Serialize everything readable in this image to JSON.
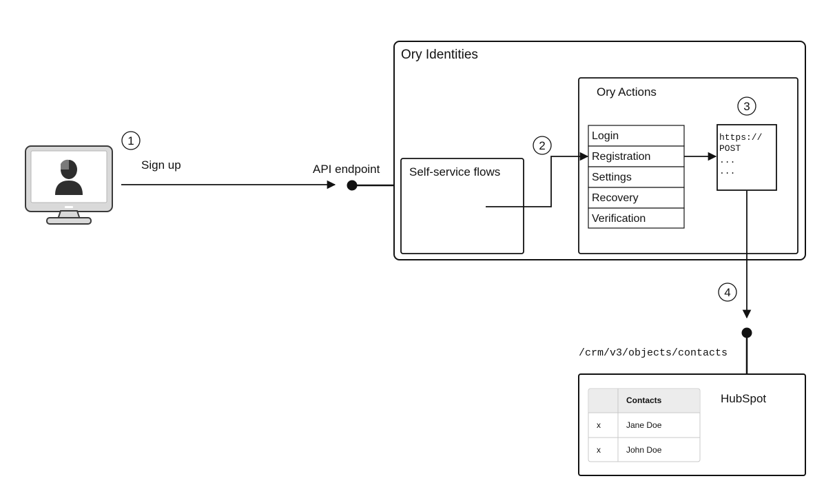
{
  "steps": {
    "step1": "1",
    "step2": "2",
    "step3": "3",
    "step4": "4"
  },
  "labels": {
    "sign_up": "Sign up",
    "api_endpoint": "API endpoint",
    "ory_identities": "Ory Identities",
    "self_service_flows": "Self-service flows",
    "ory_actions": "Ory Actions",
    "hubspot": "HubSpot",
    "hubspot_path": "/crm/v3/objects/contacts"
  },
  "flows": [
    "Login",
    "Registration",
    "Settings",
    "Recovery",
    "Verification"
  ],
  "webhook": {
    "line1": "https://",
    "line2": "POST",
    "line3": "...",
    "line4": "..."
  },
  "contacts_table": {
    "header": [
      "",
      "Contacts"
    ],
    "rows": [
      [
        "x",
        "Jane Doe"
      ],
      [
        "x",
        "John Doe"
      ]
    ]
  },
  "icons": {
    "user": "user-monitor-icon"
  },
  "colors": {
    "line": "#111111",
    "table_header_bg": "#ececec",
    "table_border": "#c8c8c8",
    "monitor_gray": "#d9d9d9",
    "monitor_dark": "#3a3a3a"
  }
}
